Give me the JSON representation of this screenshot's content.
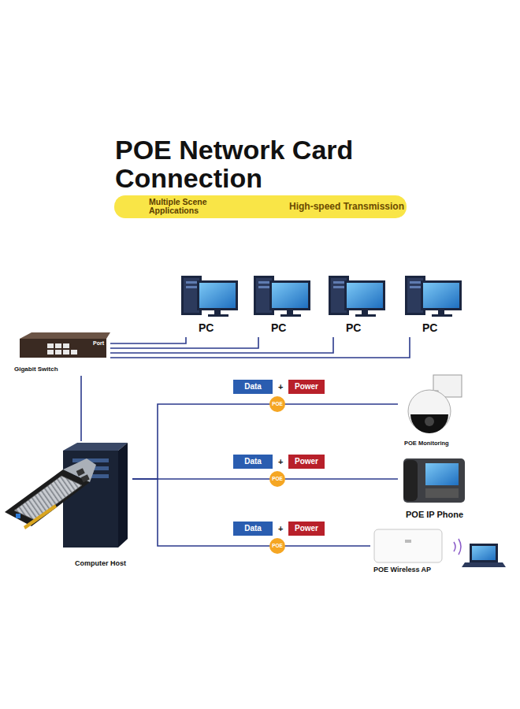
{
  "diagram": {
    "title": "POE Network Card Connection",
    "nodes": [
      {
        "text": [
          "Multiple Scene Applications",
          "High-speed Transmission"
        ]
      },
      {
        "text": [
          "PC"
        ]
      },
      {
        "text": [
          "PC"
        ]
      },
      {
        "text": [
          "PC"
        ]
      },
      {
        "text": [
          "PC"
        ]
      },
      {
        "text": [
          "Port",
          "Gigabit Switch"
        ]
      },
      {
        "text": [
          "Computer Host"
        ]
      },
      {
        "text": [
          "POE Monitoring"
        ]
      },
      {
        "text": [
          "POE IP Phone"
        ]
      },
      {
        "text": [
          "POE Wireless AP"
        ]
      }
    ],
    "edges": [
      {
        "from": 5,
        "to": 1,
        "arrow": "none"
      },
      {
        "from": 5,
        "to": 2,
        "arrow": "none"
      },
      {
        "from": 5,
        "to": 3,
        "arrow": "none"
      },
      {
        "from": 5,
        "to": 4,
        "arrow": "none"
      },
      {
        "from": 5,
        "to": 6,
        "arrow": "none"
      },
      {
        "from": 6,
        "to": 7,
        "label": "POE",
        "arrow": "none"
      },
      {
        "from": 6,
        "to": 8,
        "label": "POE",
        "arrow": "none"
      },
      {
        "from": 6,
        "to": 9,
        "label": "POE",
        "arrow": "none"
      }
    ],
    "labels": [
      "Data",
      "+",
      "Power",
      "Data",
      "+",
      "Power",
      "Data",
      "+",
      "Power"
    ]
  }
}
